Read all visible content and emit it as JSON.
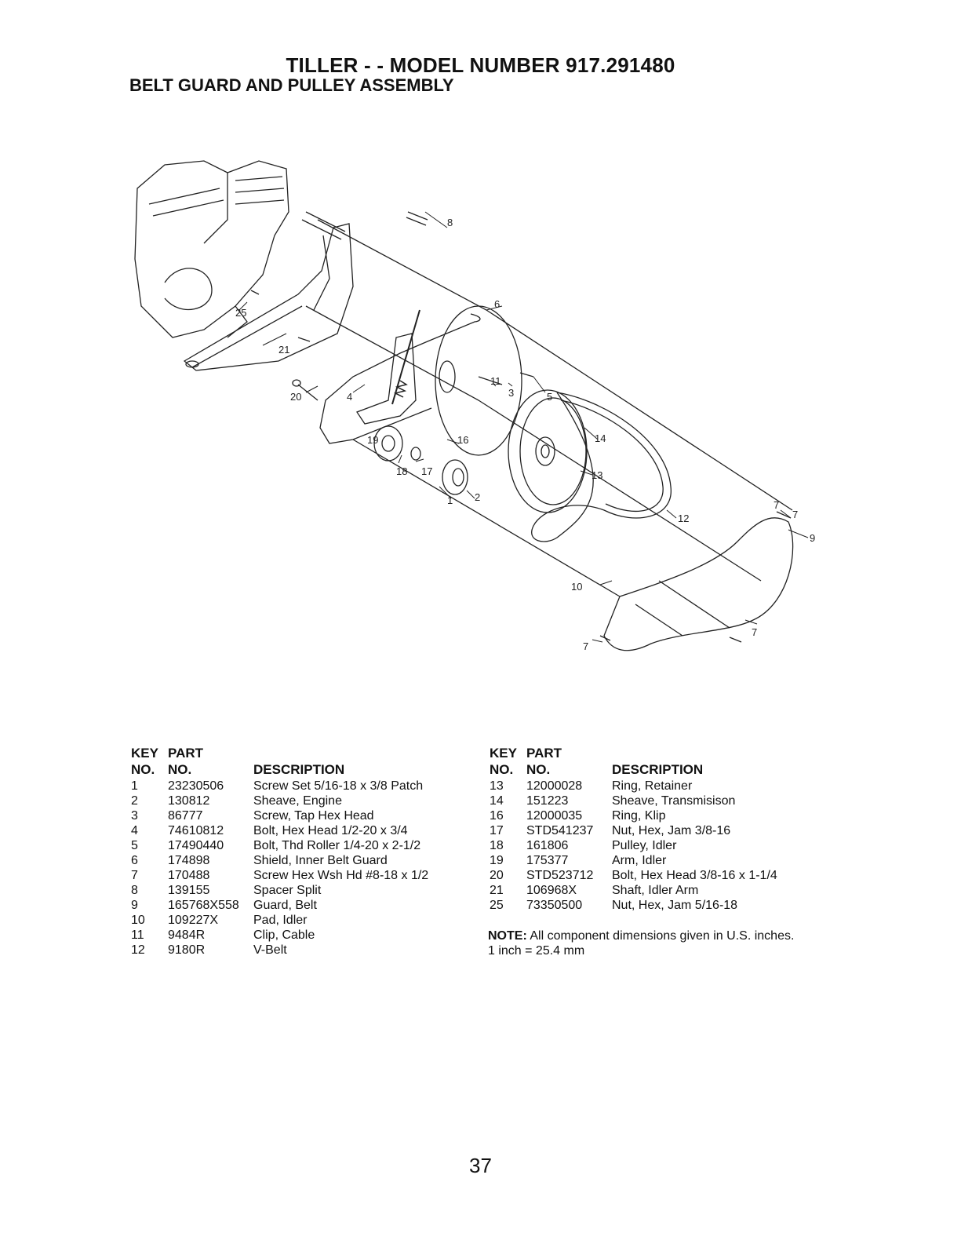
{
  "header": {
    "title": "TILLER - - MODEL NUMBER 917.291480",
    "subtitle": "BELT GUARD AND PULLEY ASSEMBLY"
  },
  "diagram": {
    "callouts": [
      "1",
      "2",
      "3",
      "4",
      "5",
      "6",
      "7",
      "7",
      "7",
      "7",
      "8",
      "9",
      "10",
      "11",
      "12",
      "13",
      "14",
      "16",
      "17",
      "18",
      "19",
      "20",
      "21",
      "25"
    ]
  },
  "table_headers": {
    "key_line1": "KEY",
    "key_line2": "NO.",
    "part_line1": "PART",
    "part_line2": "NO.",
    "description": "DESCRIPTION"
  },
  "parts_left": [
    {
      "key": "1",
      "part": "23230506",
      "desc": "Screw Set 5/16-18 x 3/8 Patch"
    },
    {
      "key": "2",
      "part": "130812",
      "desc": "Sheave, Engine"
    },
    {
      "key": "3",
      "part": "86777",
      "desc": "Screw, Tap Hex Head"
    },
    {
      "key": "4",
      "part": "74610812",
      "desc": "Bolt, Hex Head  1/2-20 x 3/4"
    },
    {
      "key": "5",
      "part": "17490440",
      "desc": "Bolt, Thd Roller 1/4-20 x 2-1/2"
    },
    {
      "key": "6",
      "part": "174898",
      "desc": "Shield, Inner Belt Guard"
    },
    {
      "key": "7",
      "part": "170488",
      "desc": "Screw Hex Wsh Hd #8-18 x 1/2"
    },
    {
      "key": "8",
      "part": "139155",
      "desc": "Spacer Split"
    },
    {
      "key": "9",
      "part": "165768X558",
      "desc": "Guard, Belt"
    },
    {
      "key": "10",
      "part": "109227X",
      "desc": "Pad, Idler"
    },
    {
      "key": "11",
      "part": "9484R",
      "desc": "Clip, Cable"
    },
    {
      "key": "12",
      "part": "9180R",
      "desc": "V-Belt"
    }
  ],
  "parts_right": [
    {
      "key": "13",
      "part": "12000028",
      "desc": "Ring, Retainer"
    },
    {
      "key": "14",
      "part": "151223",
      "desc": "Sheave, Transmisison"
    },
    {
      "key": "16",
      "part": "12000035",
      "desc": "Ring, Klip"
    },
    {
      "key": "17",
      "part": "STD541237",
      "desc": "Nut, Hex, Jam  3/8-16"
    },
    {
      "key": "18",
      "part": "161806",
      "desc": "Pulley, Idler"
    },
    {
      "key": "19",
      "part": "175377",
      "desc": "Arm, Idler"
    },
    {
      "key": "20",
      "part": "STD523712",
      "desc": "Bolt, Hex Head 3/8-16 x  1-1/4"
    },
    {
      "key": "21",
      "part": "106968X",
      "desc": "Shaft, Idler Arm"
    },
    {
      "key": "25",
      "part": "73350500",
      "desc": "Nut, Hex, Jam  5/16-18"
    }
  ],
  "note": {
    "label": "NOTE:",
    "text": " All component dimensions given in U.S. inches. 1 inch = 25.4 mm"
  },
  "page_number": "37"
}
